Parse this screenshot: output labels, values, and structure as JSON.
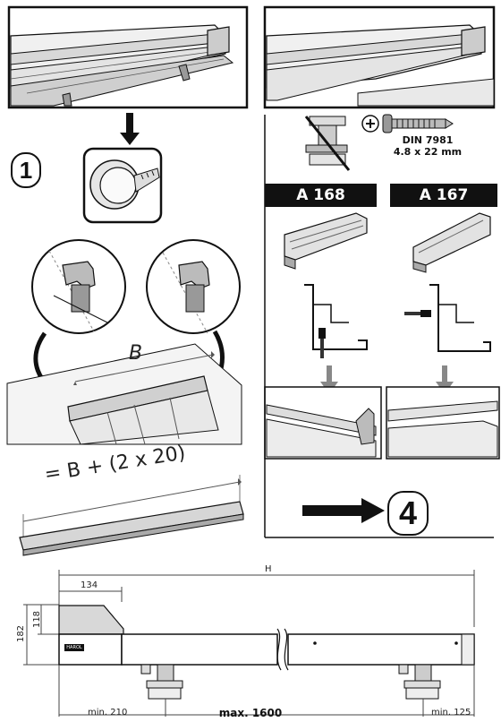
{
  "steps": {
    "one": "1",
    "four": "4"
  },
  "banners": {
    "left": "A 168",
    "right": "A 167"
  },
  "screw": {
    "line1": "DIN 7981",
    "line2": "4.8 x 22 mm"
  },
  "measure": {
    "b": "B",
    "formula": "= B + (2 x 20)"
  },
  "dims": {
    "h": "H",
    "w134": "134",
    "h182": "182",
    "h118": "118",
    "min_left": "min. 210",
    "max": "max. 1600",
    "min_right": "min. 125"
  },
  "brand": "HAROL",
  "icons": [
    "arrow-down-icon",
    "tape-measure-icon",
    "screw-icon",
    "phillips-head-icon",
    "arrow-right-icon"
  ]
}
